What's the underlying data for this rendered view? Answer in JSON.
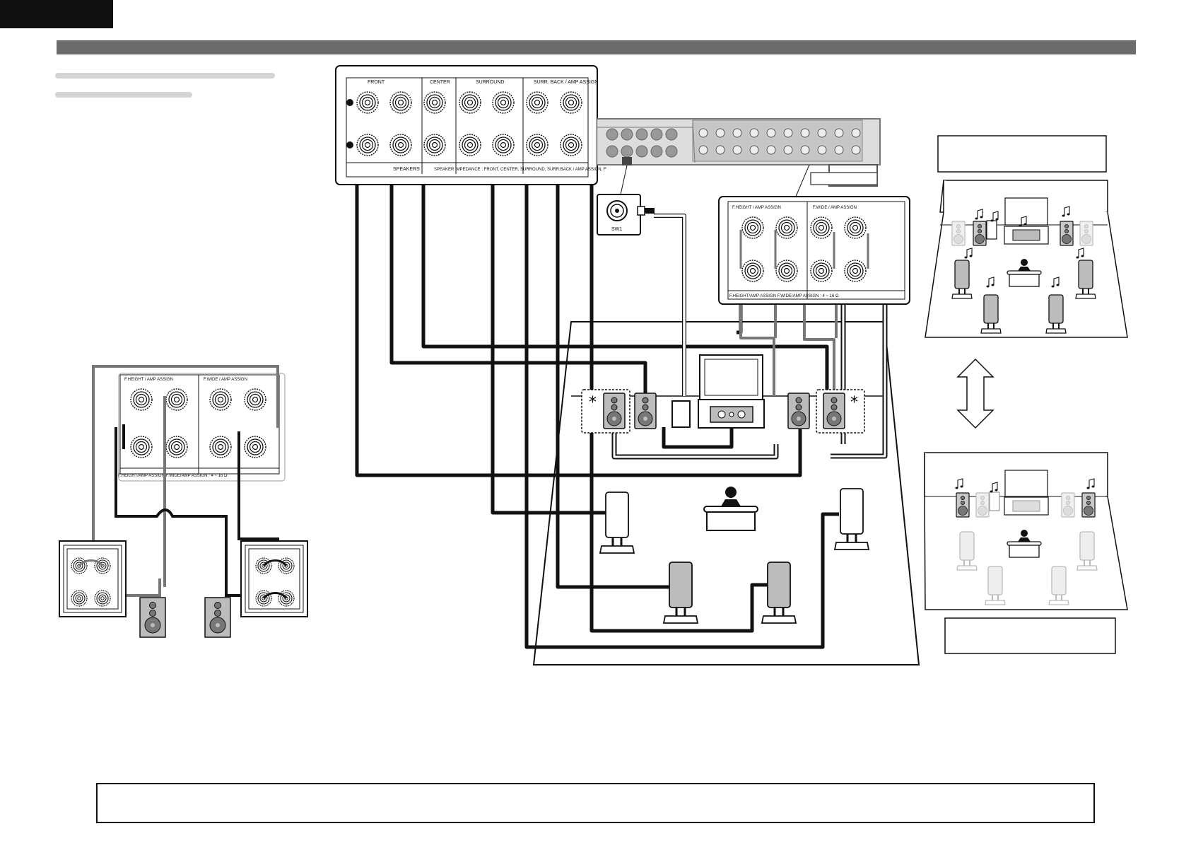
{
  "panel_main": {
    "groups": [
      "FRONT",
      "CENTER",
      "SURROUND",
      "SURR. BACK / AMP ASSIGN"
    ],
    "bottom_left": "SPEAKERS",
    "bottom_right": "SPEAKER IMPEDANCE : FRONT, CENTER, SURROUND, SURR.BACK / AMP ASSIGN, F"
  },
  "panel_height_wide": {
    "group_height": "F.HEIGHT / AMP ASSIGN",
    "group_wide": "F.WIDE / AMP ASSIGN",
    "bottom_text": "F.HEIGHT/AMP ASSIGN F.WIDE/AMP ASSIGN : 4 ~ 16 Ω"
  },
  "panel_left": {
    "group_height": "F.HEIGHT / AMP ASSIGN",
    "group_wide": "F.WIDE / AMP ASSIGN",
    "bottom_text": "F.HEIGHT/AMP ASSIGN  F.WIDE/AMP ASSIGN : 4 ~ 16 Ω"
  },
  "subwoofer": {
    "label": "SW1"
  },
  "markers": {
    "asterisk": "*"
  },
  "colors": {
    "cable_dark": "#111111",
    "cable_gray": "#777777",
    "speaker_gray": "#a8a8a8",
    "header_bar": "#6b6b6b"
  }
}
